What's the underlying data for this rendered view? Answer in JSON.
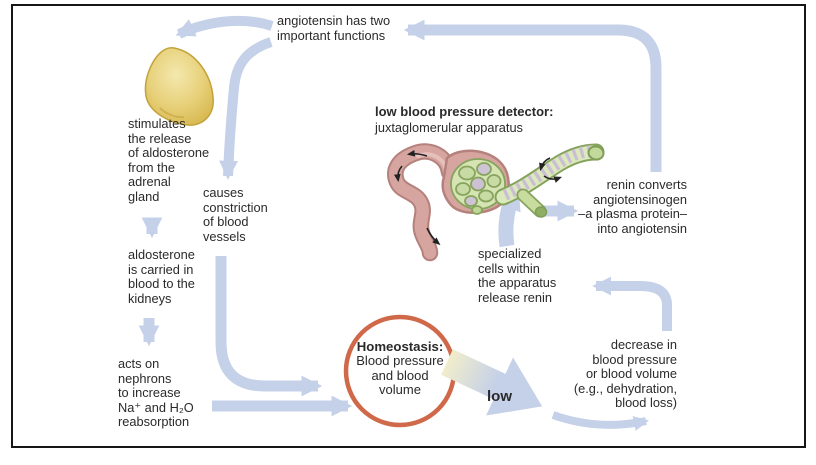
{
  "diagram": {
    "topic": "blood pressure and blood volume homeostasis (renin-angiotensin-aldosterone loop)",
    "labels": {
      "angiotensin": "angiotensin has two\nimportant functions",
      "stimulates": "stimulates\nthe release\nof aldosterone\nfrom the\nadrenal\ngland",
      "aldosterone_carried": "aldosterone\nis carried in\nblood to the\nkidneys",
      "acts_on": "acts on\nnephrons\nto increase\nNa⁺ and H₂O\nreabsorption",
      "causes": "causes\nconstriction\nof blood\nvessels",
      "detector_title": "low blood pressure detector:",
      "detector_subtitle": "juxtaglomerular apparatus",
      "specialized": "specialized\ncells within\nthe apparatus\nrelease renin",
      "renin": "renin converts\nangiotensinogen\n–a plasma protein–\ninto angiotensin",
      "decrease": "decrease in\nblood pressure\nor blood volume\n(e.g., dehydration,\nblood loss)",
      "homeostasis_title": "Homeostasis:",
      "homeostasis_body": "Blood pressure\nand blood\nvolume",
      "low": "low"
    },
    "colors": {
      "flow_arrow_blue": "#c5d1e8",
      "homeostasis_ring_orange": "#d0694a",
      "adrenal_gland_yellow": "#e6cf78",
      "vessel_pink": "#d7a5a0",
      "tubule_green": "#dce9bd",
      "macula_cells_lavender": "#cbbdd3",
      "low_arrow_gradient_start": "#f4efc9",
      "text": "#2a2a2a",
      "border": "#161616"
    }
  }
}
